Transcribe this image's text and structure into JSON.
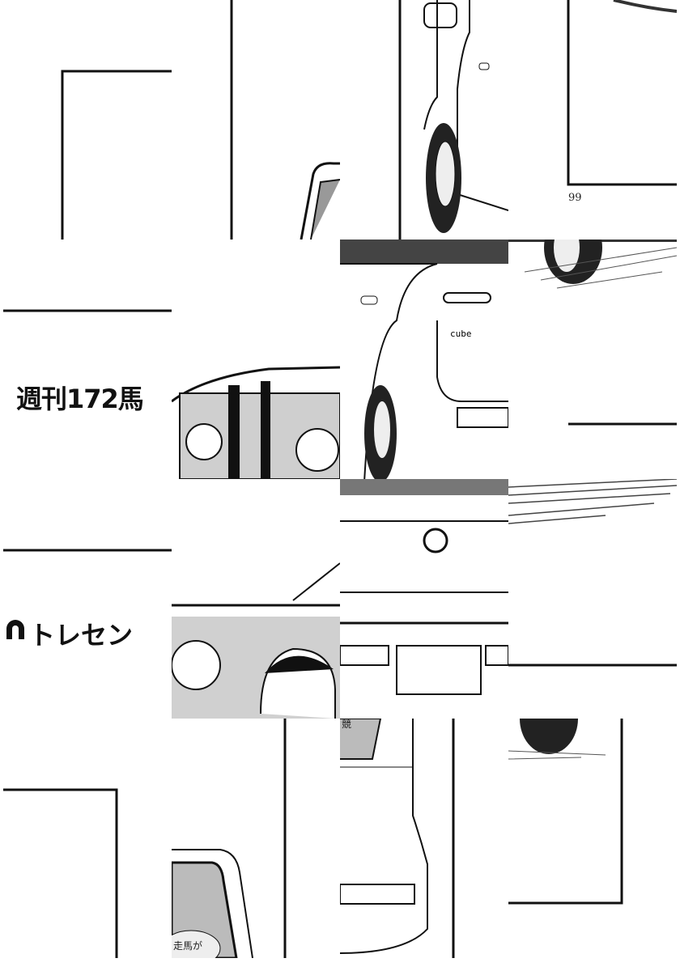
{
  "page": {
    "page_number": "99",
    "magazine_title": "週刊172馬",
    "section_logo_text": "トレセン",
    "section_logo_icon": "horseshoe-icon",
    "car_badge": "cube",
    "speech_bubble_fragment": "走馬が",
    "speech_bubble_fragment_2": "競"
  },
  "colors": {
    "ink": "#111111",
    "screentone": "#bdbdbd",
    "paper": "#ffffff"
  }
}
